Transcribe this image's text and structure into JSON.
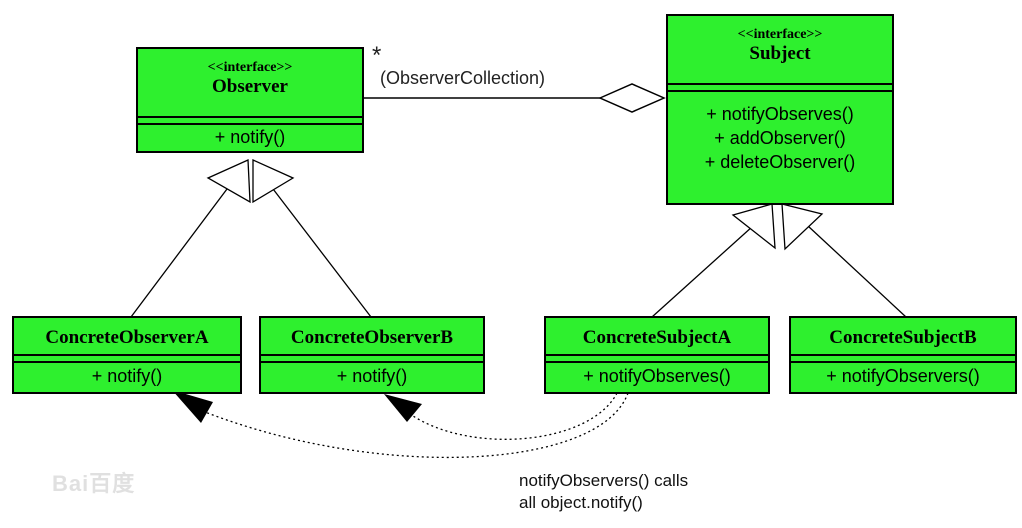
{
  "interfaces": {
    "observer": {
      "stereotype": "<<interface>>",
      "name": "Observer",
      "ops": [
        "+ notify()"
      ]
    },
    "subject": {
      "stereotype": "<<interface>>",
      "name": "Subject",
      "ops": [
        "+ notifyObserves()",
        "+ addObserver()",
        "+ deleteObserver()"
      ]
    }
  },
  "classes": {
    "concrete_observer_a": {
      "name": "ConcreteObserverA",
      "ops": [
        "+ notify()"
      ]
    },
    "concrete_observer_b": {
      "name": "ConcreteObserverB",
      "ops": [
        "+ notify()"
      ]
    },
    "concrete_subject_a": {
      "name": "ConcreteSubjectA",
      "ops": [
        "+ notifyObserves()"
      ]
    },
    "concrete_subject_b": {
      "name": "ConcreteSubjectB",
      "ops": [
        "+ notifyObservers()"
      ]
    }
  },
  "association": {
    "multiplicity": "*",
    "role": "(ObserverCollection)"
  },
  "note": {
    "line1": "notifyObservers() calls",
    "line2": "all object.notify()"
  },
  "watermark": {
    "text": "Bai百度"
  },
  "colors": {
    "box_fill": "#2ef02e",
    "line": "#000000"
  }
}
